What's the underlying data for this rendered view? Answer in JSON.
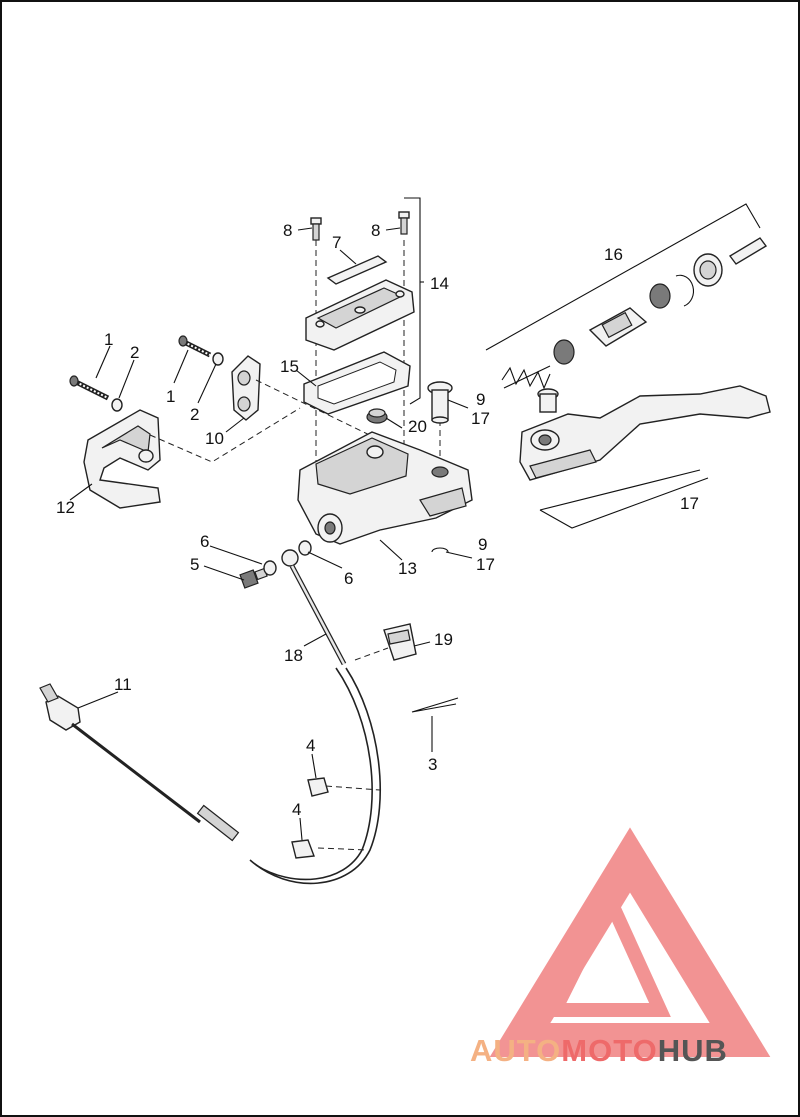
{
  "diagram": {
    "callouts": {
      "c1a": "1",
      "c2a": "2",
      "c1b": "1",
      "c2b": "2",
      "c3": "3",
      "c4a": "4",
      "c4b": "4",
      "c5": "5",
      "c6a": "6",
      "c6b": "6",
      "c7": "7",
      "c8a": "8",
      "c8b": "8",
      "c9a": "9",
      "c9b": "9",
      "c10": "10",
      "c11": "11",
      "c12": "12",
      "c13": "13",
      "c14": "14",
      "c15": "15",
      "c16": "16",
      "c17a": "17",
      "c17b": "17",
      "c17c": "17",
      "c18": "18",
      "c19": "19",
      "c20": "20"
    }
  },
  "logo": {
    "part1": "AUTO",
    "part2": "MOTO",
    "part3": "HUB",
    "colors": {
      "auto": "#f4b183",
      "moto": "#ee6a6a",
      "hub": "#555555"
    }
  }
}
